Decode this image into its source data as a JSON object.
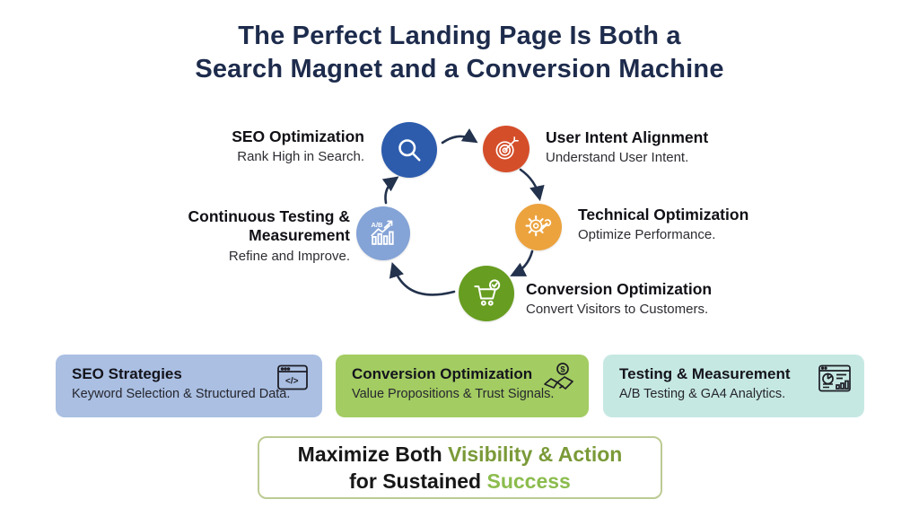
{
  "title": {
    "line1": "The Perfect Landing Page Is Both a",
    "line2": "Search Magnet and a Conversion Machine"
  },
  "cycle": {
    "ab_icon_text": "A/B",
    "nodes": [
      {
        "id": "seo",
        "label": "SEO Optimization",
        "sublabel": "Rank High in Search.",
        "icon": "magnifier-icon",
        "color": "#2d5cad"
      },
      {
        "id": "user-intent",
        "label": "User Intent Alignment",
        "sublabel": "Understand User Intent.",
        "icon": "target-dart-icon",
        "color": "#d54e2a"
      },
      {
        "id": "technical",
        "label": "Technical Optimization",
        "sublabel": "Optimize Performance.",
        "icon": "gear-wrench-icon",
        "color": "#eca33e"
      },
      {
        "id": "conversion",
        "label": "Conversion Optimization",
        "sublabel": "Convert Visitors to Customers.",
        "icon": "cart-check-icon",
        "color": "#679d20"
      },
      {
        "id": "testing",
        "label": "Continuous Testing & Measurement",
        "sublabel": "Refine and Improve.",
        "icon": "ab-chart-icon",
        "color": "#84a3d6"
      }
    ]
  },
  "cards": [
    {
      "title": "SEO Strategies",
      "subtitle": "Keyword Selection & Structured Data.",
      "icon": "code-window-icon",
      "icon_text": "</>",
      "bg": "#aabfe2"
    },
    {
      "title": "Conversion Optimization",
      "subtitle": "Value Propositions & Trust Signals.",
      "icon": "handshake-dollar-icon",
      "icon_text": "$",
      "bg": "#a3cc62"
    },
    {
      "title": "Testing & Measurement",
      "subtitle": "A/B Testing & GA4 Analytics.",
      "icon": "analytics-dashboard-icon",
      "icon_text": "",
      "bg": "#c6e8e3"
    }
  ],
  "banner": {
    "part1": "Maximize Both ",
    "part2": "Visibility & Action",
    "part3": "for Sustained ",
    "part4": "Success",
    "green_dark": "#7a9a38",
    "green_bright": "#8bbc4d"
  },
  "colors": {
    "title_navy": "#1d2b4c",
    "arrow": "#23324d",
    "banner_border": "#bccb93"
  }
}
